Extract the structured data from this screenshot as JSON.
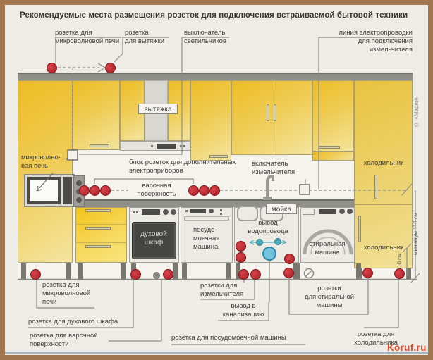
{
  "title": "Рекомендуемые места размещения розеток для подключения встраиваемой бытовой техники",
  "credit": "© «Мария»",
  "watermark": "Koruf.ru",
  "colors": {
    "frame_brown": "#a1764e",
    "cabinet_yellow": "#f0c32a",
    "counter_gray": "#8f8e87",
    "socket_red": "#b5222a",
    "water_teal": "#4fa8b8",
    "drain_blue": "#73c4de",
    "label_text": "#3f3e3a",
    "watermark_orange": "#e0492c"
  },
  "top_labels": {
    "microwave_socket": {
      "lines": [
        "розетка для",
        "микроволновой печи"
      ]
    },
    "hood_socket": {
      "lines": [
        "розетка",
        "для вытяжки"
      ]
    },
    "light_switch": {
      "lines": [
        "выключатель",
        "светильников"
      ]
    },
    "grinder_line": {
      "lines": [
        "линия электропроводки",
        "для подключения",
        "измельчителя"
      ]
    }
  },
  "wall_labels": {
    "hood": "вытяжка",
    "microwave": {
      "lines": [
        "микроволно-",
        "вая печь"
      ]
    },
    "socket_block": {
      "lines": [
        "блок розеток для дополнительных",
        "электроприборов"
      ]
    },
    "hob": {
      "lines": [
        "варочная",
        "поверхность"
      ]
    },
    "grinder_switch": {
      "lines": [
        "включатель",
        "измельчителя"
      ]
    },
    "fridge_upper": "холодильник",
    "fridge_lower": "холодильник",
    "sink": "мойка",
    "water_outlet": {
      "lines": [
        "вывод",
        "водопровода"
      ]
    },
    "oven": {
      "lines": [
        "духовой",
        "шкаф"
      ]
    },
    "dishwasher": {
      "lines": [
        "посудо-",
        "моечная",
        "машина"
      ]
    },
    "washer": {
      "lines": [
        "стиральная",
        "машина"
      ]
    }
  },
  "dimensions": {
    "min_height": "минимум 110 см",
    "floor_height": "10 см"
  },
  "bottom_labels": {
    "microwave_socket": {
      "lines": [
        "розетка для",
        "микроволновой",
        "печи"
      ]
    },
    "oven_socket": "розетка для духового шкафа",
    "hob_socket": {
      "lines": [
        "розетка для варочной",
        "поверхности"
      ]
    },
    "grinder_sockets": {
      "lines": [
        "розетки для",
        "измельчителя"
      ]
    },
    "drain_outlet": {
      "lines": [
        "вывод в",
        "канализацию"
      ]
    },
    "dishwasher_socket": "розетка для посудомоечной машины",
    "washer_sockets": {
      "lines": [
        "розетки",
        "для стиральной",
        "машины"
      ]
    },
    "fridge_socket": {
      "lines": [
        "розетка для",
        "холодильника"
      ]
    }
  }
}
